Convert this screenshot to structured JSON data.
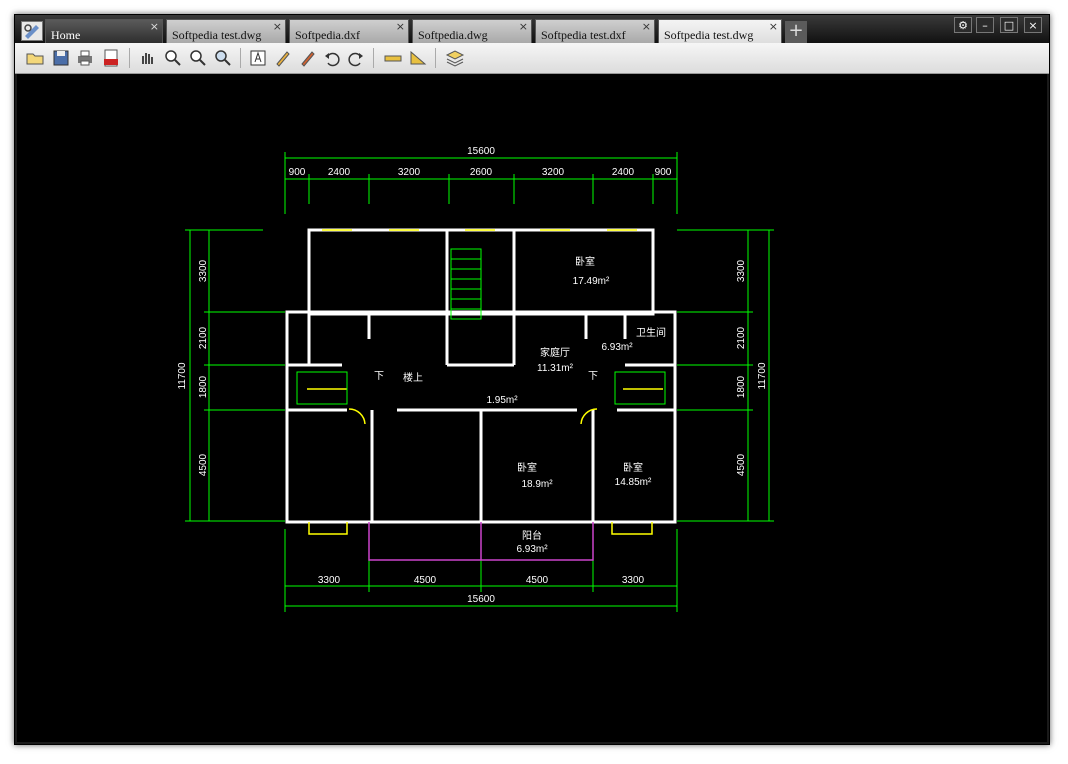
{
  "tabs": [
    {
      "label": "Home",
      "active": false
    },
    {
      "label": "Softpedia test.dwg",
      "active": false
    },
    {
      "label": "Softpedia.dxf",
      "active": false
    },
    {
      "label": "Softpedia.dwg",
      "active": false
    },
    {
      "label": "Softpedia test.dxf",
      "active": false
    },
    {
      "label": "Softpedia test.dwg",
      "active": true
    }
  ],
  "tab_close_glyph": "×",
  "new_tab_glyph": "+",
  "window_controls": {
    "settings": "⚙",
    "minimize": "–",
    "maximize": "□",
    "close": "×"
  },
  "toolbar_icons": [
    "open-folder-icon",
    "save-icon",
    "print-icon",
    "export-pdf-icon",
    "pan-icon",
    "zoom-in-out-icon",
    "zoom-window-icon",
    "zoom-extents-icon",
    "text-icon",
    "pencil-icon",
    "markup-icon",
    "undo-icon",
    "redo-icon",
    "measure-length-icon",
    "measure-area-icon",
    "layers-icon"
  ],
  "drawing": {
    "total_width_top": "15600",
    "top_dims": [
      "900",
      "2400",
      "3200",
      "2600",
      "3200",
      "2400",
      "900"
    ],
    "bottom_dims": [
      "3300",
      "4500",
      "4500",
      "3300"
    ],
    "total_width_bottom": "15600",
    "left_dims": [
      "3300",
      "2100",
      "1800",
      "4500"
    ],
    "left_total": "11700",
    "right_dims": [
      "3300",
      "2100",
      "1800",
      "4500"
    ],
    "right_total": "11700",
    "rooms": {
      "bedroom_top_name": "卧室",
      "bedroom_top_area": "17.49m²",
      "bathroom_name": "卫生间",
      "bathroom_area": "6.93m²",
      "family_room_name": "家庭厅",
      "family_room_area": "11.31m²",
      "stair_down_left": "下",
      "stair_up": "楼上",
      "stair_down_right": "下",
      "hall_area": "1.95m²",
      "bedroom_mid_name": "卧室",
      "bedroom_mid_area": "18.9m²",
      "bedroom_right_name": "卧室",
      "bedroom_right_area": "14.85m²",
      "balcony_name": "阳台",
      "balcony_area": "6.93m²"
    }
  },
  "colors": {
    "dimension": "#00ff00",
    "wall": "#ffffff",
    "window": "#ffff00",
    "balcony": "#cc44cc",
    "canvas": "#000000"
  }
}
